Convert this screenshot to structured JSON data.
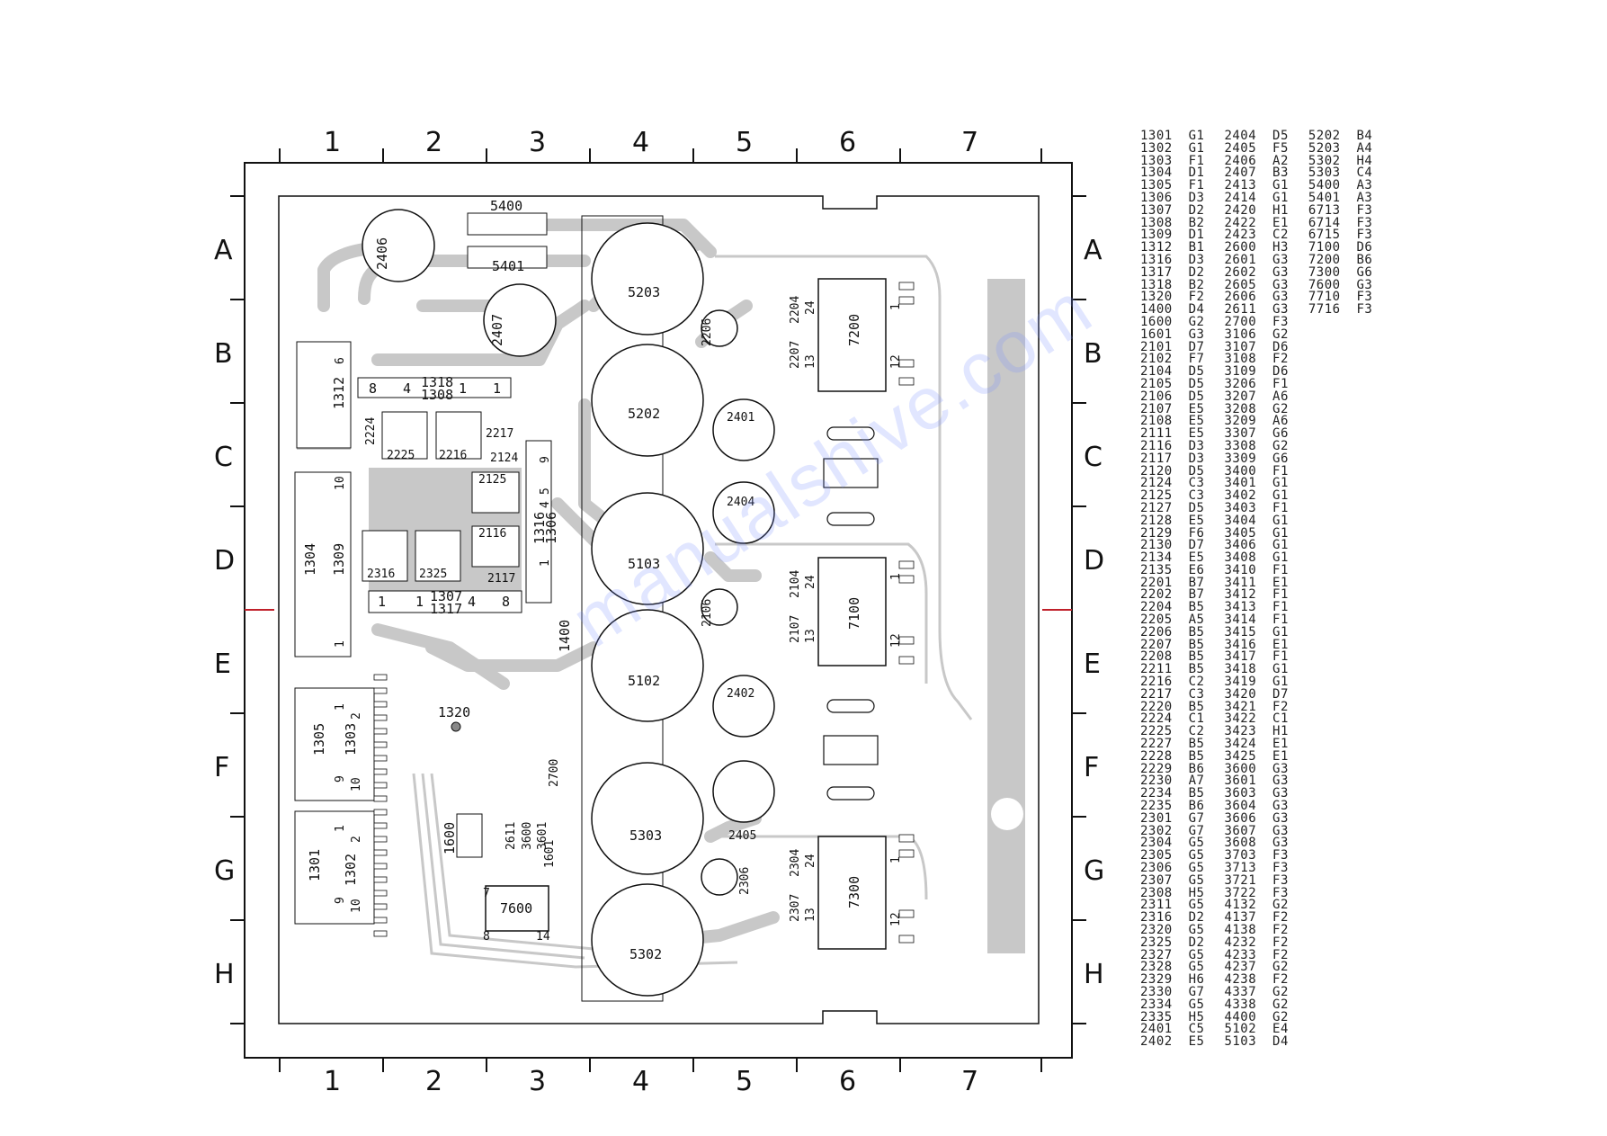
{
  "grid": {
    "columns": [
      "1",
      "2",
      "3",
      "4",
      "5",
      "6",
      "7"
    ],
    "rows": [
      "A",
      "B",
      "C",
      "D",
      "E",
      "F",
      "G",
      "H"
    ]
  },
  "components": {
    "c5400": "5400",
    "c5401": "5401",
    "c2406": "2406",
    "c2407": "2407",
    "c5203": "5203",
    "c5202": "5202",
    "c5103": "5103",
    "c5102": "5102",
    "c5303": "5303",
    "c5302": "5302",
    "c2206": "2206",
    "c2401": "2401",
    "c2404": "2404",
    "c2106": "2106",
    "c2402": "2402",
    "c2405": "2405",
    "c2306": "2306",
    "c7200": "7200",
    "c7100": "7100",
    "c7300": "7300",
    "c1312": "1312",
    "c1304": "1304",
    "c1309": "1309",
    "c1318": "1318",
    "c1308": "1308",
    "c2224": "2224",
    "c2225": "2225",
    "c2216": "2216",
    "c2217": "2217",
    "c2124": "2124",
    "c2125": "2125",
    "c2116": "2116",
    "c2117": "2117",
    "c1316": "1316",
    "c1306": "1306",
    "c2316": "2316",
    "c2325": "2325",
    "c1307": "1307",
    "c1317": "1317",
    "c1400": "1400",
    "c1320": "1320",
    "c1305": "1305",
    "c1303": "1303",
    "c1301": "1301",
    "c1302": "1302",
    "c1600": "1600",
    "c7600": "7600",
    "c2700": "2700",
    "c3600": "3600",
    "c3601": "3601",
    "c2611": "2611",
    "c1601": "1601",
    "c2204": "2204",
    "c2207": "2207",
    "c2104": "2104",
    "c2107": "2107",
    "c2304": "2304",
    "c2307": "2307",
    "pin6": "6",
    "pin8": "8",
    "pin4": "4",
    "pin1": "1",
    "pin10": "10",
    "pin9": "9",
    "pin5": "5",
    "pin2": "2",
    "pin24": "24",
    "pin13": "13",
    "pin12": "12",
    "pin7": "7",
    "pin14": "14"
  },
  "legend": [
    [
      "1301  G1",
      "1302  G1",
      "1303  F1",
      "1304  D1",
      "1305  F1",
      "1306  D3",
      "1307  D2",
      "1308  B2",
      "1309  D1",
      "1312  B1",
      "1316  D3",
      "1317  D2",
      "1318  B2",
      "1320  F2",
      "1400  D4",
      "1600  G2",
      "1601  G3",
      "2101  D7",
      "2102  F7",
      "2104  D5",
      "2105  D5",
      "2106  D5",
      "2107  E5",
      "2108  E5",
      "2111  E5",
      "2116  D3",
      "2117  D3",
      "2120  D5",
      "2124  C3",
      "2125  C3",
      "2127  D5",
      "2128  E5",
      "2129  F6",
      "2130  D7",
      "2134  E5",
      "2135  E6",
      "2201  B7",
      "2202  B7",
      "2204  B5",
      "2205  A5",
      "2206  B5",
      "2207  B5",
      "2208  B5",
      "2211  B5",
      "2216  C2",
      "2217  C3",
      "2220  B5",
      "2224  C1",
      "2225  C2",
      "2227  B5",
      "2228  B5",
      "2229  B6",
      "2230  A7",
      "2234  B5",
      "2235  B6",
      "2301  G7",
      "2302  G7",
      "2304  G5",
      "2305  G5",
      "2306  G5",
      "2307  G5",
      "2308  H5",
      "2311  G5",
      "2316  D2",
      "2320  G5",
      "2325  D2",
      "2327  G5",
      "2328  G5",
      "2329  H6",
      "2330  G7",
      "2334  G5",
      "2335  H5",
      "2401  C5",
      "2402  E5"
    ],
    [
      "2404  D5",
      "2405  F5",
      "2406  A2",
      "2407  B3",
      "2413  G1",
      "2414  G1",
      "2420  H1",
      "2422  E1",
      "2423  C2",
      "2600  H3",
      "2601  G3",
      "2602  G3",
      "2605  G3",
      "2606  G3",
      "2611  G3",
      "2700  F3",
      "3106  G2",
      "3107  D6",
      "3108  F2",
      "3109  D6",
      "3206  F1",
      "3207  A6",
      "3208  G2",
      "3209  A6",
      "3307  G6",
      "3308  G2",
      "3309  G6",
      "3400  F1",
      "3401  G1",
      "3402  G1",
      "3403  F1",
      "3404  G1",
      "3405  G1",
      "3406  G1",
      "3408  G1",
      "3410  F1",
      "3411  E1",
      "3412  F1",
      "3413  F1",
      "3414  F1",
      "3415  G1",
      "3416  E1",
      "3417  F1",
      "3418  G1",
      "3419  G1",
      "3420  D7",
      "3421  F2",
      "3422  C1",
      "3423  H1",
      "3424  E1",
      "3425  E1",
      "3600  G3",
      "3601  G3",
      "3603  G3",
      "3604  G3",
      "3606  G3",
      "3607  G3",
      "3608  G3",
      "3703  F3",
      "3713  F3",
      "3721  F3",
      "3722  F3",
      "4132  G2",
      "4137  F2",
      "4138  F2",
      "4232  F2",
      "4233  F2",
      "4237  G2",
      "4238  F2",
      "4337  G2",
      "4338  G2",
      "4400  G2",
      "5102  E4",
      "5103  D4"
    ],
    [
      "5202  B4",
      "5203  A4",
      "5302  H4",
      "5303  C4",
      "5400  A3",
      "5401  A3",
      "6713  F3",
      "6714  F3",
      "6715  F3",
      "7100  D6",
      "7200  B6",
      "7300  G6",
      "7600  G3",
      "7710  F3",
      "7716  F3"
    ]
  ],
  "watermark": "manualshive.com"
}
